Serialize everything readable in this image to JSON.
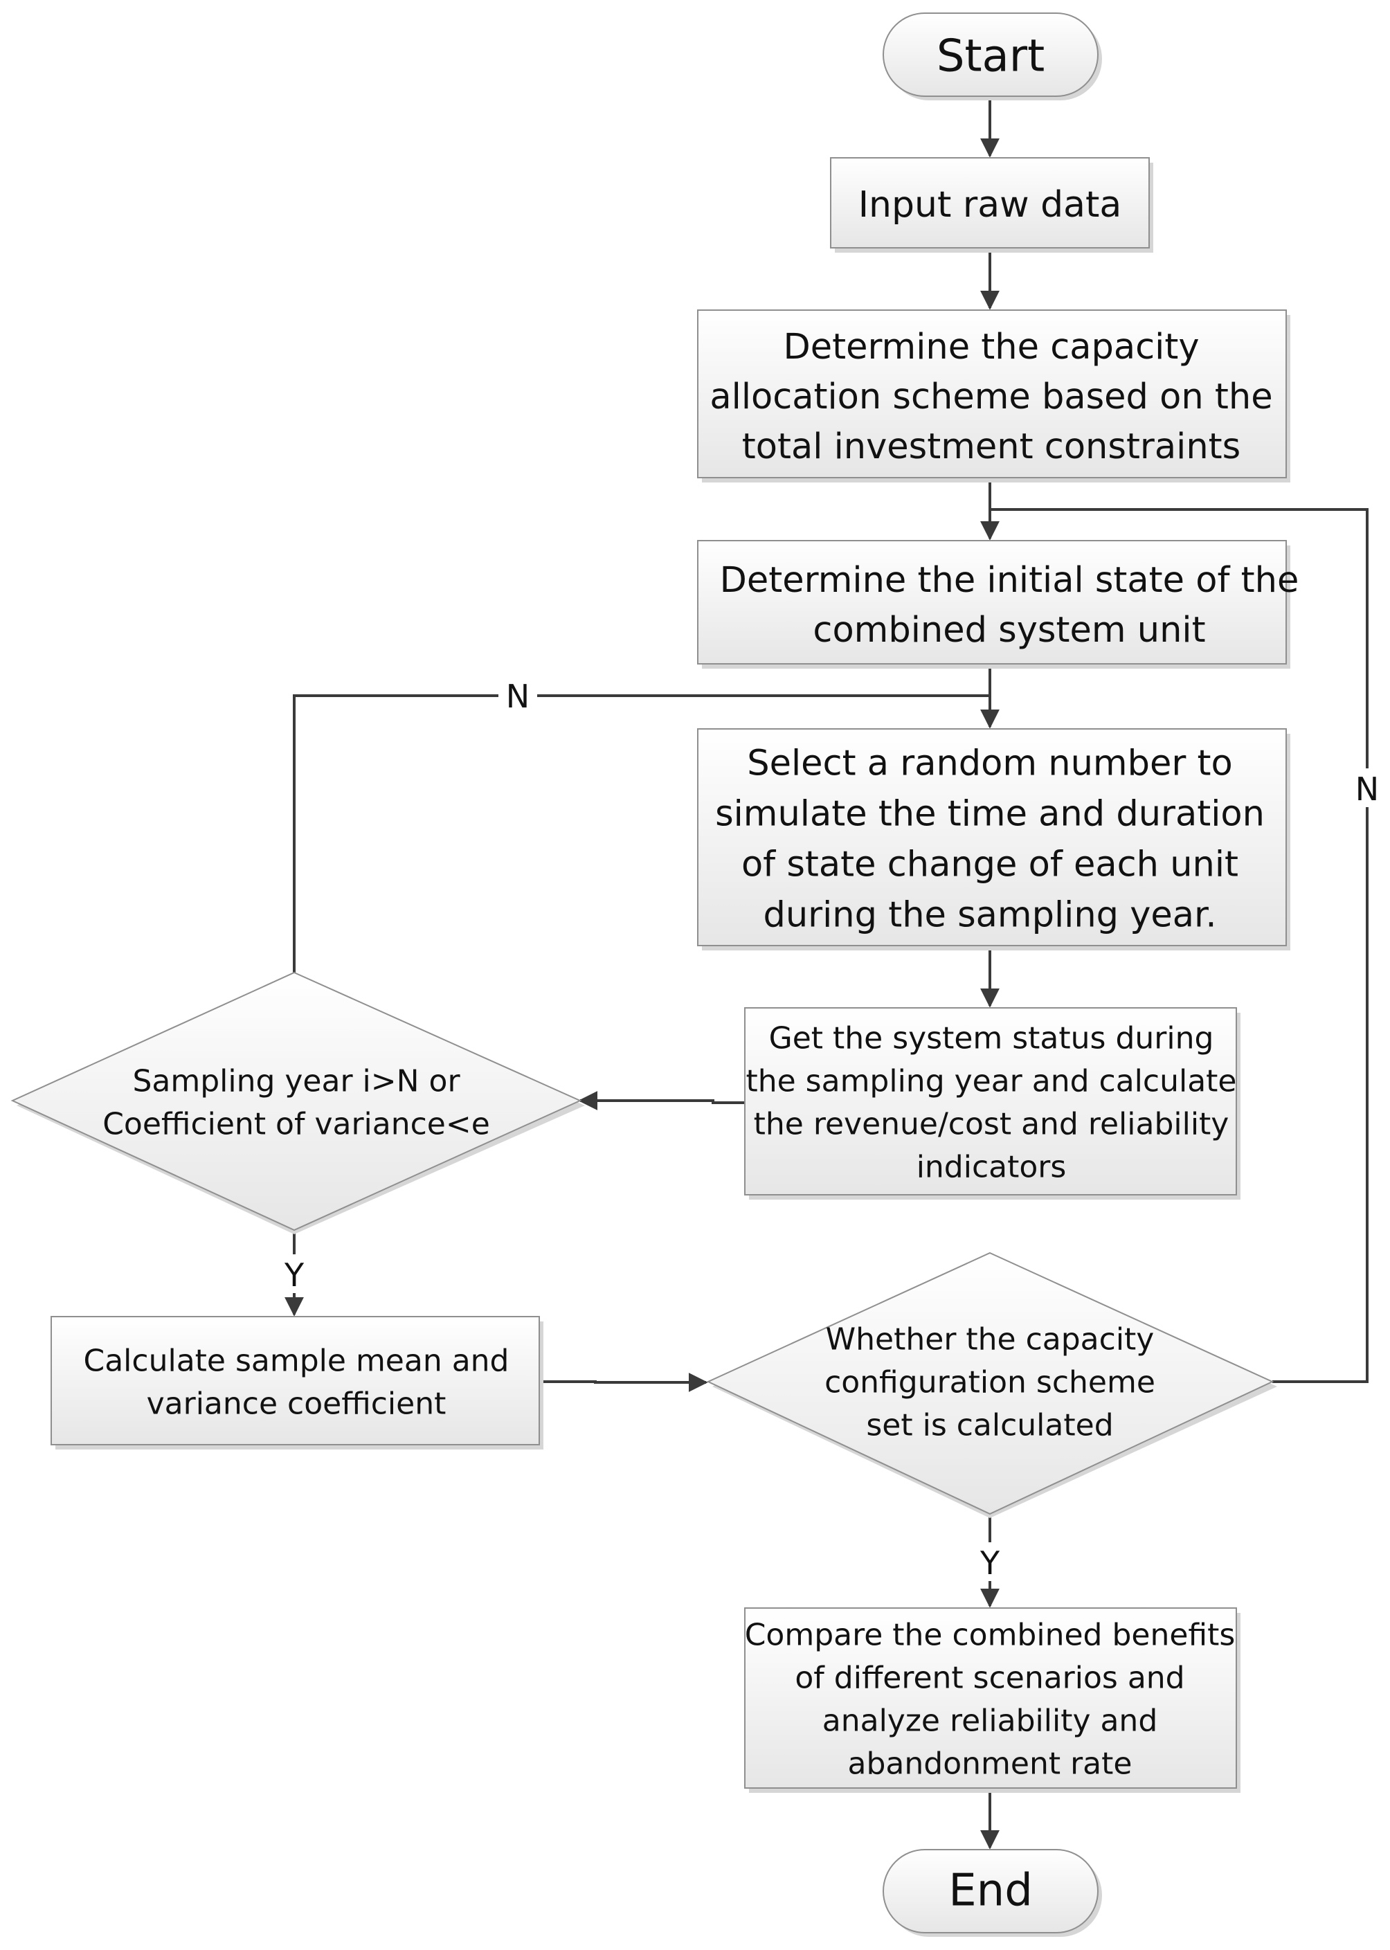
{
  "nodes": {
    "start": {
      "lines": [
        "Start"
      ]
    },
    "input": {
      "lines": [
        "Input raw data"
      ]
    },
    "capacity": {
      "lines": [
        "Determine the capacity",
        "allocation scheme based on the",
        "total investment constraints"
      ]
    },
    "initial": {
      "lines": [
        "Determine the initial state of the",
        "combined system unit"
      ]
    },
    "random": {
      "lines": [
        "Select a random number to",
        "simulate the time and duration",
        "of state change of each unit",
        "during the sampling year."
      ]
    },
    "status": {
      "lines": [
        "Get the system status during",
        "the sampling year and calculate",
        "the revenue/cost and reliability",
        "indicators"
      ]
    },
    "sampling": {
      "lines": [
        "Sampling year i>N or",
        "Coefficient of variance<e"
      ]
    },
    "calc_mean": {
      "lines": [
        "Calculate sample mean and",
        "variance coefficient"
      ]
    },
    "whether": {
      "lines": [
        "Whether the capacity",
        "configuration scheme",
        "set is calculated"
      ]
    },
    "compare": {
      "lines": [
        "Compare the combined benefits",
        "of different scenarios and",
        "analyze reliability and",
        "abandonment rate"
      ]
    },
    "end": {
      "lines": [
        "End"
      ]
    }
  },
  "edge_labels": {
    "sampling_no": "N",
    "sampling_yes": "Y",
    "whether_no": "N",
    "whether_yes": "Y"
  },
  "colors": {
    "box_fill_top": "#ffffff",
    "box_fill_bottom": "#e6e6e6",
    "line": "#3a3a3a",
    "shadow": "#d6d6d6"
  }
}
